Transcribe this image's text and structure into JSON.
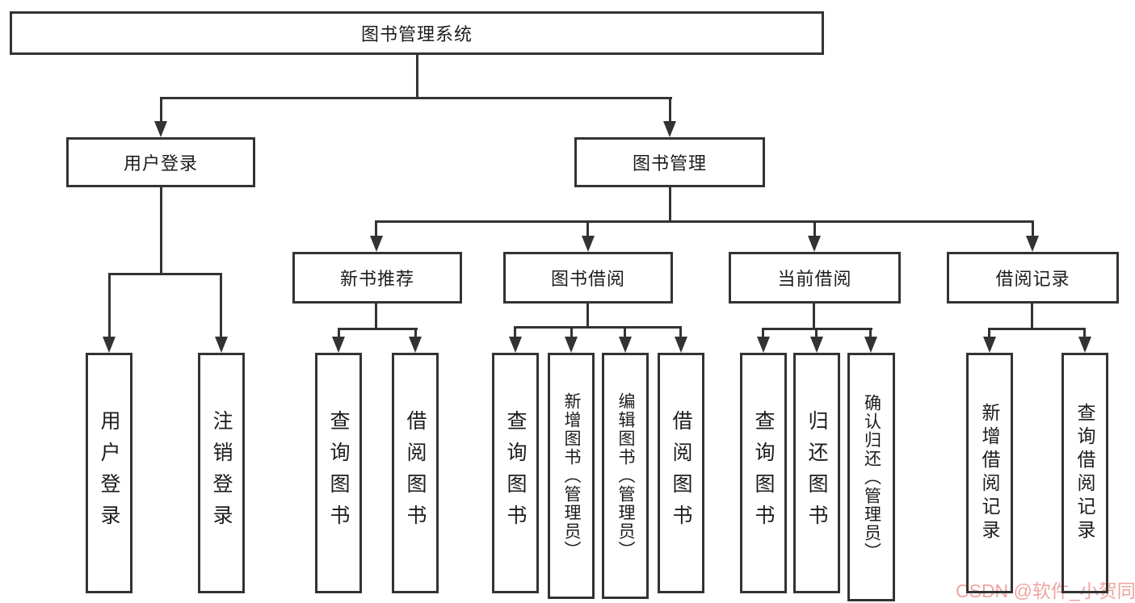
{
  "diagram": {
    "root": "图书管理系统",
    "level2": {
      "user_login": "用户登录",
      "book_mgmt": "图书管理"
    },
    "level3": {
      "recommend": "新书推荐",
      "borrow": "图书借阅",
      "current": "当前借阅",
      "records": "借阅记录"
    },
    "leaves": {
      "user": [
        "用户登录",
        "注销登录"
      ],
      "recommend": [
        "查询图书",
        "借阅图书"
      ],
      "borrow": [
        "查询图书",
        "新增图书（管理员）",
        "编辑图书（管理员）",
        "借阅图书"
      ],
      "current": [
        "查询图书",
        "归还图书",
        "确认归还（管理员）"
      ],
      "records": [
        "新增借阅记录",
        "查询借阅记录"
      ]
    }
  },
  "watermark": {
    "text": "CSDN @软件_小贺同学",
    "color": "#efa5a1"
  },
  "colors": {
    "line": "#333333",
    "text": "#1c1c1c",
    "background": "#ffffff"
  }
}
